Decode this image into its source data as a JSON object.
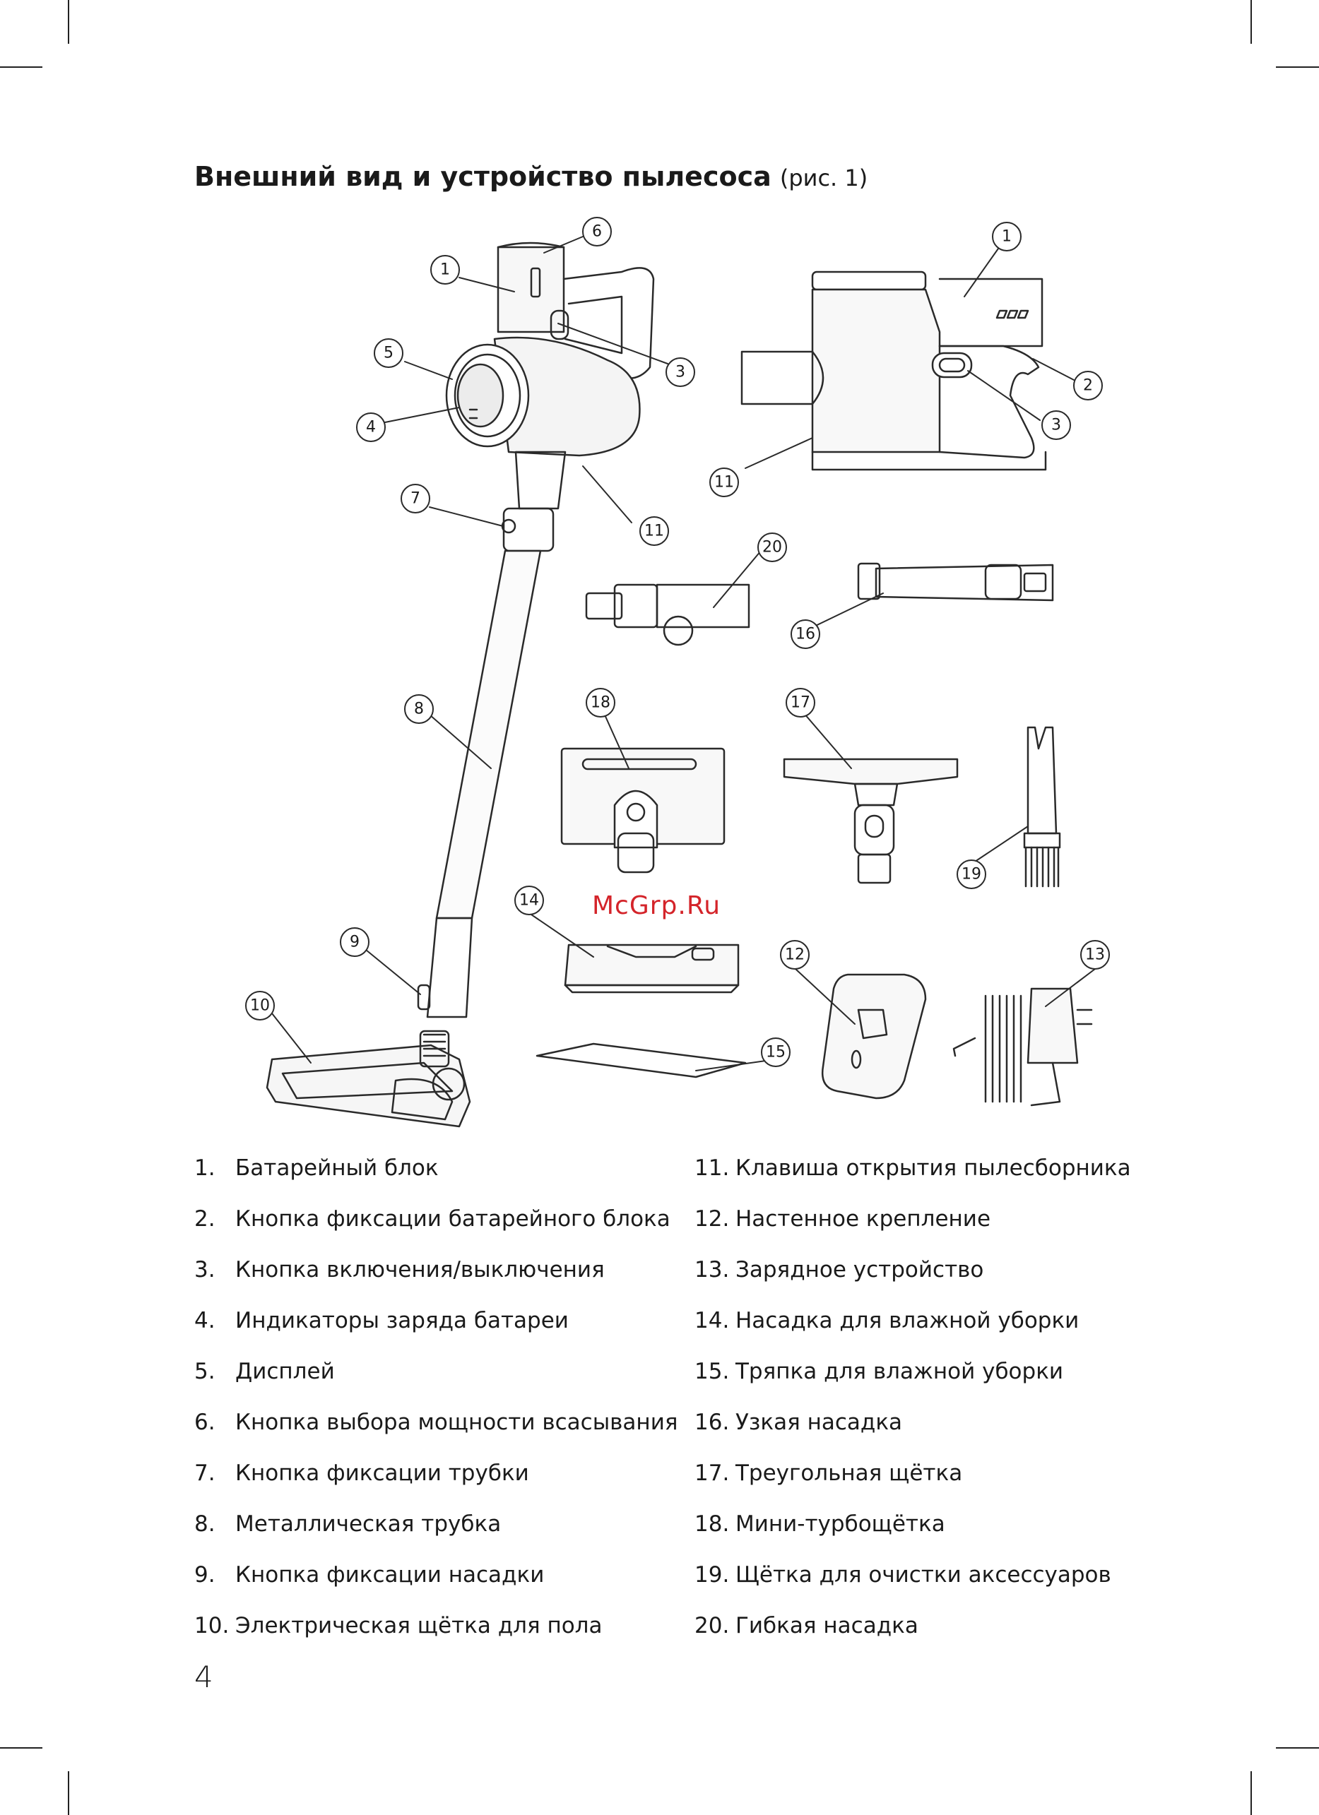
{
  "title": {
    "bold": "Внешний вид и устройство пылесоса",
    "normal": "(рис. 1)"
  },
  "watermark": "McGrp.Ru",
  "callouts": [
    "1",
    "2",
    "3",
    "4",
    "5",
    "6",
    "7",
    "8",
    "9",
    "10",
    "11",
    "12",
    "13",
    "14",
    "15",
    "16",
    "17",
    "18",
    "19",
    "20"
  ],
  "legend_left": [
    {
      "num": "1.",
      "text": "Батарейный блок"
    },
    {
      "num": "2.",
      "text": "Кнопка фиксации батарейного блока"
    },
    {
      "num": "3.",
      "text": "Кнопка включения/выключения"
    },
    {
      "num": "4.",
      "text": "Индикаторы заряда батареи"
    },
    {
      "num": "5.",
      "text": "Дисплей"
    },
    {
      "num": "6.",
      "text": "Кнопка выбора мощности всасывания"
    },
    {
      "num": "7.",
      "text": "Кнопка фиксации трубки"
    },
    {
      "num": "8.",
      "text": "Металлическая трубка"
    },
    {
      "num": "9.",
      "text": "Кнопка фиксации насадки"
    },
    {
      "num": "10.",
      "text": "Электрическая щётка для пола"
    }
  ],
  "legend_right": [
    {
      "num": "11.",
      "text": "Клавиша открытия пылесборника"
    },
    {
      "num": "12.",
      "text": "Настенное крепление"
    },
    {
      "num": "13.",
      "text": "Зарядное устройство"
    },
    {
      "num": "14.",
      "text": "Насадка для влажной уборки"
    },
    {
      "num": "15.",
      "text": "Тряпка для влажной уборки"
    },
    {
      "num": "16.",
      "text": "Узкая насадка"
    },
    {
      "num": "17.",
      "text": "Треугольная щётка"
    },
    {
      "num": "18.",
      "text": "Мини-турбощётка"
    },
    {
      "num": "19.",
      "text": "Щётка для очистки аксессуаров"
    },
    {
      "num": "20.",
      "text": "Гибкая насадка"
    }
  ],
  "page_number": "4"
}
